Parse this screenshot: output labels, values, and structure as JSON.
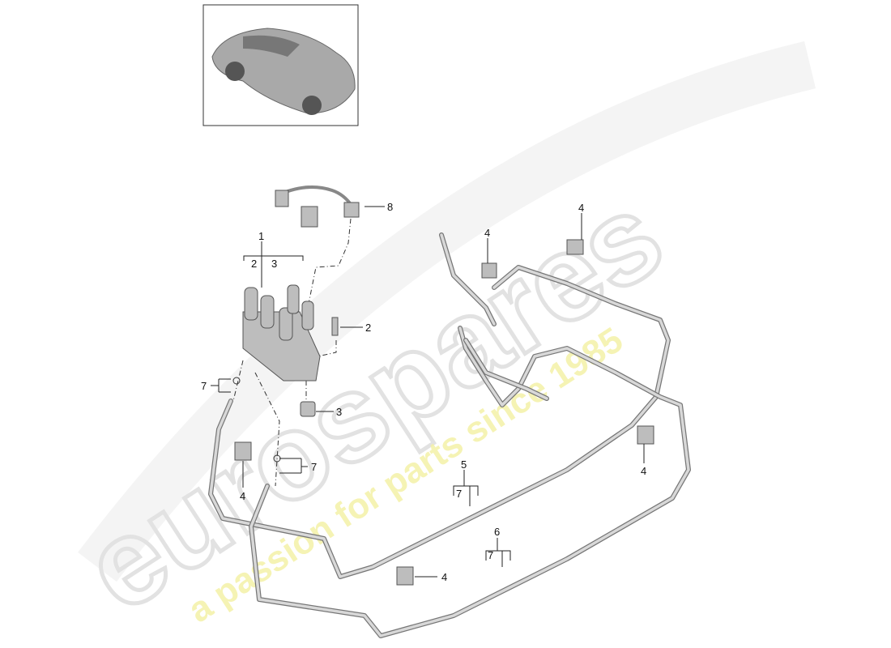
{
  "watermark": {
    "brand": "eurospares",
    "tagline": "a passion for parts since 1985",
    "brand_color": "#e6e6e6",
    "tagline_color": "#f3f0a0"
  },
  "thumbnail": {
    "icon": "car-overview-icon"
  },
  "callouts": {
    "p1": "1",
    "p1_sub_a": "2",
    "p1_sub_b": "3",
    "p2": "2",
    "p3": "3",
    "p8": "8",
    "p7_left": "7",
    "p7_mid": "7",
    "p4_a": "4",
    "p4_b": "4",
    "p4_c": "4",
    "p4_d": "4",
    "p4_e": "4",
    "p5": "5",
    "p5_sub": "7",
    "p6": "6",
    "p6_sub": "7"
  }
}
